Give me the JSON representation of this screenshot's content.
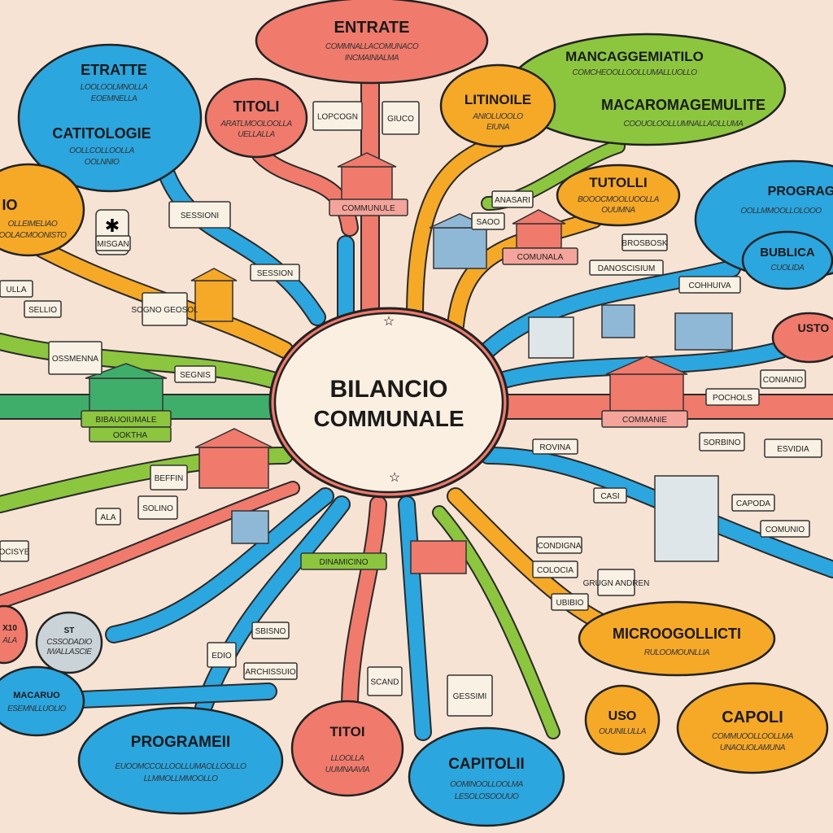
{
  "colors": {
    "red": "#f07a6c",
    "blue": "#2ba6de",
    "orange": "#f5a927",
    "green": "#8cc63f",
    "cream": "#fbefe2",
    "gray": "#c9d3d8",
    "paper": "#f6e3d3"
  },
  "center": {
    "title_line1": "BILANCIO",
    "title_line2": "COMMUNALE"
  },
  "bubbles": {
    "entrate": {
      "title": "ENTRATE",
      "sub1": "COMMNALLACOMUNACO",
      "sub2": "INCMAINIALMA"
    },
    "etratte": {
      "title": "ETRATTE",
      "sub1": "LOOLOOLMNOLLA",
      "sub2": "EOEMNELLA"
    },
    "catitologie": {
      "title": "CATITOLOGIE",
      "sub1": "OOLLCOLLOOLLA",
      "sub2": "OOLNNIO"
    },
    "titoli": {
      "title": "TITOLI",
      "sub1": "ARATLMOOLOOLLA",
      "sub2": "UELLALLA"
    },
    "litinoile": {
      "title": "LITINOILE",
      "sub1": "ANIOLUOOLO",
      "sub2": "EIUNA"
    },
    "mancaggemiatilo": {
      "title": "MANCAGGEMIATILO",
      "sub1": "COMCHEOOLLOOLLUMALLUOLLO"
    },
    "macaromagemulite": {
      "title": "MACAROMAGEMULITE",
      "sub1": "COOUOLOOLLUMNALLAOLLUMA"
    },
    "tutolli": {
      "title": "TUTOLLI",
      "sub1": "BOOOCMOOLUOOLLA",
      "sub2": "OUUMNA"
    },
    "prograg": {
      "title": "PROGRAG",
      "sub1": "OOLLMMOOLLOLOOO"
    },
    "bublica": {
      "title": "BUBLICA",
      "sub1": "CUOLIDA"
    },
    "io": {
      "title": "IO",
      "sub1": "OLLEIMELIAO",
      "sub2": "OOLACMOONISTO"
    },
    "usto": {
      "title": "USTO"
    },
    "microogollicti": {
      "title": "MICROOGOLLICTI",
      "sub1": "RULOOMOUNLLIA"
    },
    "capoli": {
      "title": "CAPOLI",
      "sub1": "COMMUOOLLOOLLMA",
      "sub2": "UNAOLIOLAMUNA"
    },
    "uso": {
      "title": "USO",
      "sub1": "OUUNILULLA"
    },
    "capitolii": {
      "title": "CAPITOLII",
      "sub1": "OOMINOOLLOOLMA",
      "sub2": "LESOLOSOOUUO"
    },
    "titoi": {
      "title": "TITOI",
      "sub1": "LLOOLLA",
      "sub2": "UUMNAAVIA"
    },
    "programeii": {
      "title": "PROGRAMEII",
      "sub1": "EUOOMCCOLLOOLLUMAOLLOOLLO",
      "sub2": "LLMMOLLMMOOLLO"
    },
    "macaruo": {
      "title": "MACARUO",
      "sub1": "ESEMNLLUOLIO"
    },
    "cssodadio": {
      "title": "ST",
      "sub1": "CSSODADIO",
      "sub2": "IWALLASCIE"
    },
    "left_x10": {
      "title": "X10",
      "sub1": "ALA"
    }
  },
  "tags": {
    "communule": "COMMUNULE",
    "comunala": "COMUNALA",
    "commanie": "COMMANIE",
    "bibauoiumale": "BIBAUOIUMALE",
    "ookitha": "OOKTHA",
    "dinamicino": "DINAMICINO",
    "misgan": "MISGAN",
    "sessione": "SESSIONI",
    "session2": "SESSION",
    "lopcogn": "LOPCOGN",
    "giuco": "GIUCO",
    "anasari": "ANASARI",
    "brosbosk": "BROSBOSK",
    "segnis": "SEGNIS",
    "rovina": "ROVINA",
    "capoda": "CAPODA",
    "comunio": "COMUNIO",
    "pochols": "POCHOLS",
    "casi": "CASI",
    "grugn": "GRUGN ANDREN",
    "condigna": "CONDIGNA",
    "scand": "SCAND",
    "sbisno": "SBISNO",
    "edio": "EDIO",
    "archissuio": "ARCHISSUIO",
    "gessimi": "GESSIMI",
    "colocia": "COLOCIA",
    "ubibio": "UBIBIO",
    "sogno": "SOGNO GEOSOL",
    "beffin": "BEFFIN",
    "solino": "SOLINO",
    "ala": "ALA",
    "ulla": "ULLA",
    "ocisye": "OCISYE",
    "cohhuiva": "COHHUIVA",
    "ossmenna": "OSSMENNA",
    "sorbino": "SORBINO",
    "danos": "DANOSCISIUM",
    "saoo": "SAOO",
    "sellio": "SELLIO",
    "conianio": "CONIANIO",
    "esvidia": "ESVIDIA"
  }
}
